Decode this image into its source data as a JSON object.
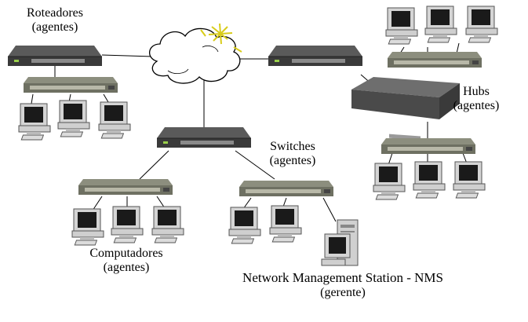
{
  "labels": {
    "routers": {
      "title": "Roteadores",
      "role": "(agentes)"
    },
    "hubs": {
      "title": "Hubs",
      "role": "(agentes)"
    },
    "switches": {
      "title": "Switches",
      "role": "(agentes)"
    },
    "computers": {
      "title": "Computadores",
      "role": "(agentes)"
    },
    "nms": {
      "title": "Network Management Station - NMS",
      "role": "(gerente)"
    }
  },
  "colors": {
    "device_dark": "#3a3a3a",
    "device_top": "#5a5a5a",
    "device_hub": "#7c7e6e",
    "monitor_body": "#d4d4d4",
    "monitor_screen": "#1a1a1a",
    "line": "#000000",
    "lightning": "#f4e84a"
  },
  "icons": {
    "router": "router-icon",
    "hub": "hub-icon",
    "switch": "switch-icon",
    "computer": "computer-icon",
    "cloud": "network-cloud-icon",
    "server": "nms-server-icon"
  }
}
